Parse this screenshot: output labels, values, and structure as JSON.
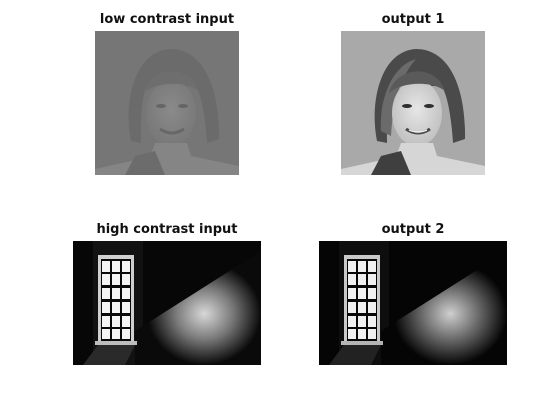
{
  "figure": {
    "panels": [
      {
        "title": "low contrast input",
        "image": "portrait-woman-low-contrast"
      },
      {
        "title": "output 1",
        "image": "portrait-woman-enhanced"
      },
      {
        "title": "high contrast input",
        "image": "dark-room-window-light"
      },
      {
        "title": "output 2",
        "image": "dark-room-window-light-processed"
      }
    ]
  }
}
